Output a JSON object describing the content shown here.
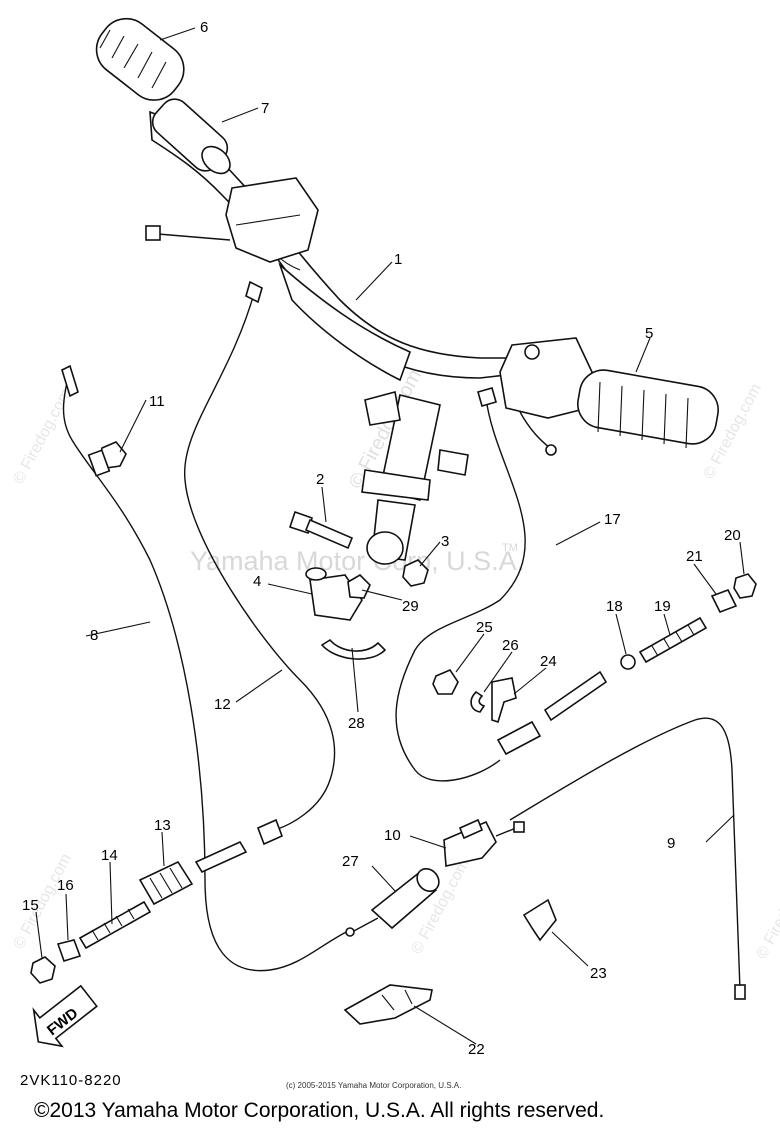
{
  "diagram": {
    "callouts": [
      "1",
      "2",
      "3",
      "4",
      "5",
      "6",
      "7",
      "8",
      "9",
      "10",
      "11",
      "12",
      "13",
      "14",
      "15",
      "16",
      "17",
      "18",
      "19",
      "20",
      "21",
      "22",
      "23",
      "24",
      "25",
      "26",
      "27",
      "28",
      "29"
    ],
    "fwd_label": "FWD",
    "drawing_code": "2VK110-8220"
  },
  "watermarks": {
    "center": "Yamaha Motor Corp, U.S.A.",
    "trademark": "TM",
    "site": "© Firedog.com"
  },
  "footer": {
    "small_copyright": "(c) 2005-2015 Yamaha Motor Corporation, U.S.A.",
    "copyright": "©2013 Yamaha Motor Corporation, U.S.A. All rights reserved."
  }
}
